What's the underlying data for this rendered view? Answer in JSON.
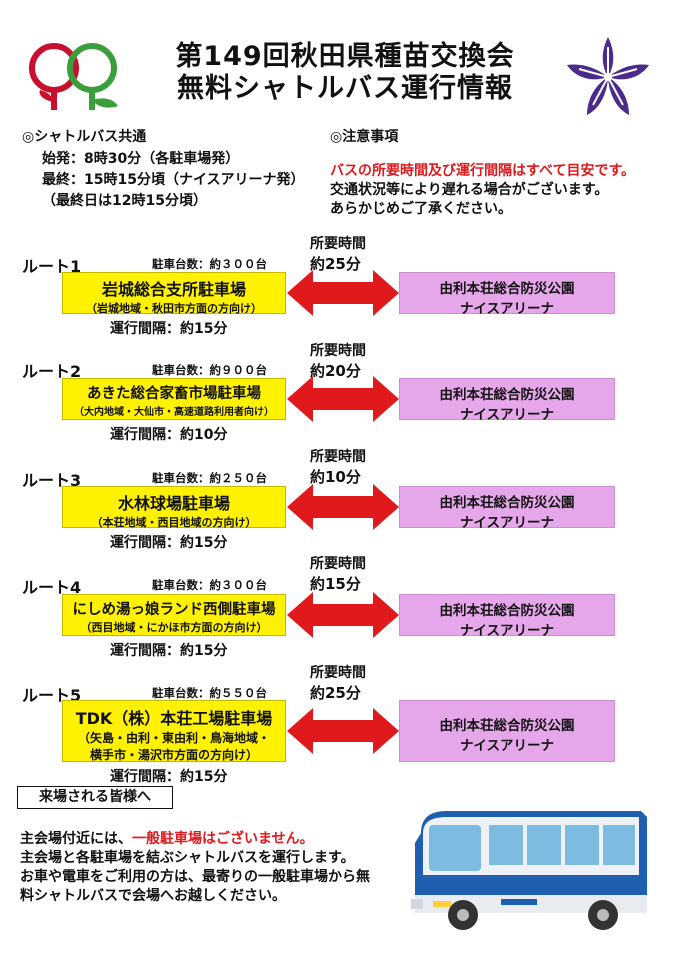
{
  "header": {
    "title_line1": "第149回秋田県種苗交換会",
    "title_line2": "無料シャトルバス運行情報"
  },
  "common": {
    "heading": "◎シャトルバス共通",
    "first": "始発：8時30分（各駐車場発）",
    "last": "最終：15時15分頃（ナイスアリーナ発）",
    "last_day": "（最終日は12時15分頃）"
  },
  "notes": {
    "heading": "◎注意事項",
    "line1": "バスの所要時間及び運行間隔はすべて目安です。",
    "line2": "交通状況等により遅れる場合がございます。",
    "line3": "あらかじめご了承ください。"
  },
  "duration_label": "所要時間",
  "interval_prefix": "運行間隔：",
  "destination": {
    "line1": "由利本荘総合防災公園",
    "line2": "ナイスアリーナ"
  },
  "routes": [
    {
      "label": "ルート1",
      "parking_count": "駐車台数：約３００台",
      "name": "岩城総合支所駐車場",
      "sub1": "（岩城地域・秋田市方面の方向け）",
      "sub2": "",
      "duration": "約25分",
      "interval": "運行間隔：約15分"
    },
    {
      "label": "ルート2",
      "parking_count": "駐車台数：約９００台",
      "name": "あきた総合家畜市場駐車場",
      "sub1": "（大内地域・大仙市・高速道路利用者向け）",
      "sub2": "",
      "duration": "約20分",
      "interval": "運行間隔：約10分"
    },
    {
      "label": "ルート3",
      "parking_count": "駐車台数：約２５０台",
      "name": "水林球場駐車場",
      "sub1": "（本荘地域・西目地域の方向け）",
      "sub2": "",
      "duration": "約10分",
      "interval": "運行間隔：約15分"
    },
    {
      "label": "ルート4",
      "parking_count": "駐車台数：約３００台",
      "name": "にしめ湯っ娘ランド西側駐車場",
      "sub1": "（西目地域・にかほ市方面の方向け）",
      "sub2": "",
      "duration": "約15分",
      "interval": "運行間隔：約15分"
    },
    {
      "label": "ルート5",
      "parking_count": "駐車台数：約５５０台",
      "name": "TDK（株）本荘工場駐車場",
      "sub1": "（矢島・由利・東由利・鳥海地域・",
      "sub2": "横手市・湯沢市方面の方向け）",
      "duration": "約25分",
      "interval": "運行間隔：約15分"
    }
  ],
  "footer": {
    "box_label": "来場される皆様へ",
    "lead_black": "主会場付近には、",
    "lead_red": "一般駐車場はございません。",
    "line2": "主会場と各駐車場を結ぶシャトルバスを運行します。",
    "line3": "お車や電車をご利用の方は、最寄りの一般駐車場から無",
    "line4": "料シャトルバスで会場へお越しください。"
  },
  "colors": {
    "accent_red": "#e0191d",
    "yellow_box": "#fff200",
    "pink_box": "#e6a6ea",
    "logo_purple": "#4b2a8a",
    "logo_green": "#3a9e3a",
    "logo_red": "#c8102e"
  },
  "icons": [
    "seed-exchange-logo-icon",
    "bellflower-emblem-icon",
    "double-arrow-icon",
    "shuttle-bus-illustration"
  ]
}
